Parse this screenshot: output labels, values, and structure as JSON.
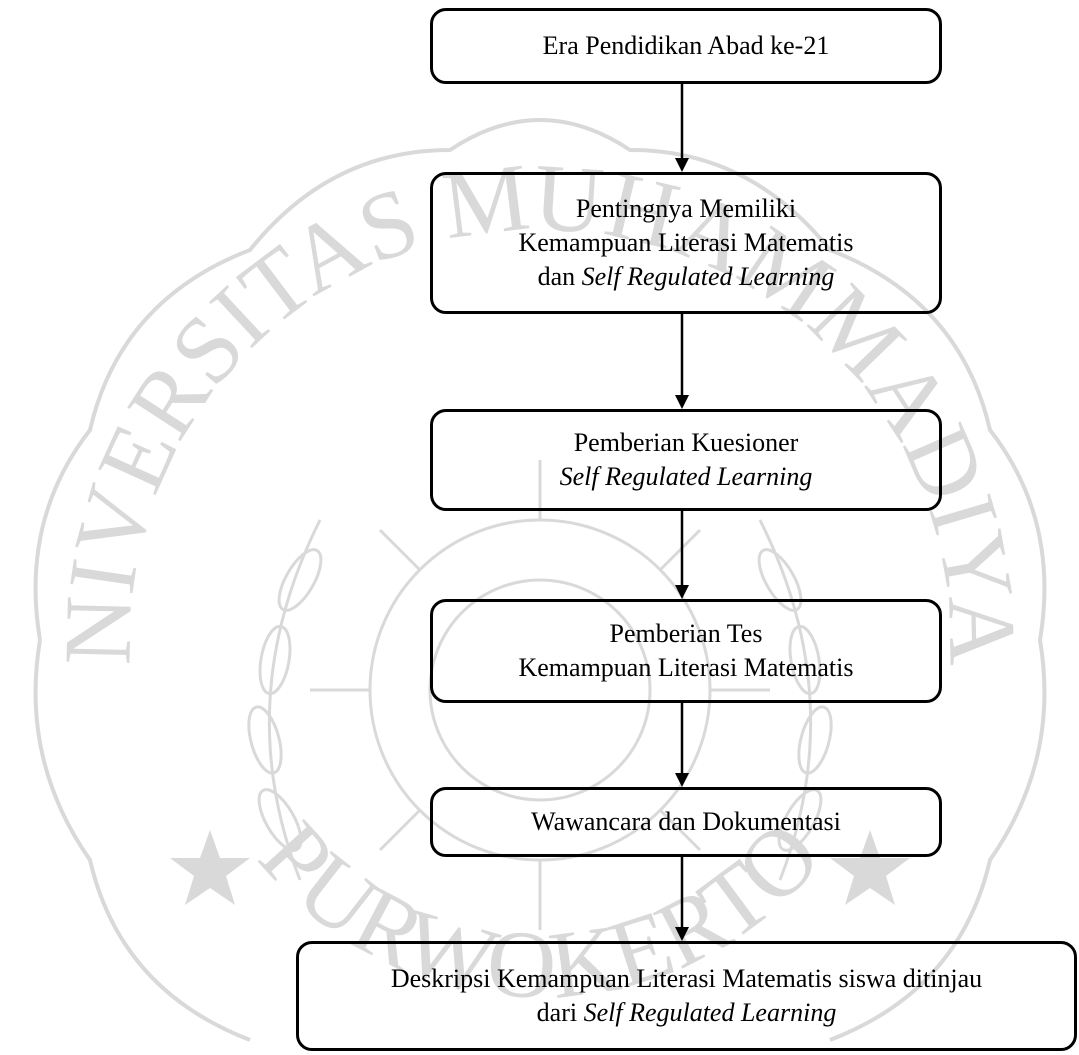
{
  "watermark": {
    "text_top": "UNIVERSITAS MUHAMMADIYAH",
    "text_bottom": "PURWOKERTO",
    "color": "#d9d9d9"
  },
  "flowchart": {
    "line_color": "#000000",
    "steps": [
      {
        "id": "era",
        "lines": [
          {
            "text": "Era Pendidikan Abad ke-21"
          }
        ]
      },
      {
        "id": "pentingnya",
        "lines": [
          {
            "text": "Pentingnya Memiliki"
          },
          {
            "text": "Kemampuan Literasi Matematis"
          },
          {
            "prefix": "dan ",
            "italic": "Self Regulated Learning"
          }
        ]
      },
      {
        "id": "kuesioner",
        "lines": [
          {
            "text": "Pemberian Kuesioner"
          },
          {
            "italic": "Self Regulated Learning"
          }
        ]
      },
      {
        "id": "tes",
        "lines": [
          {
            "text": "Pemberian Tes"
          },
          {
            "text": "Kemampuan Literasi Matematis"
          }
        ]
      },
      {
        "id": "wawancara",
        "lines": [
          {
            "text": "Wawancara dan Dokumentasi"
          }
        ]
      },
      {
        "id": "deskripsi",
        "lines": [
          {
            "text": "Deskripsi Kemampuan Literasi Matematis siswa ditinjau"
          },
          {
            "prefix": "dari ",
            "italic": "Self Regulated Learning"
          }
        ]
      }
    ]
  }
}
